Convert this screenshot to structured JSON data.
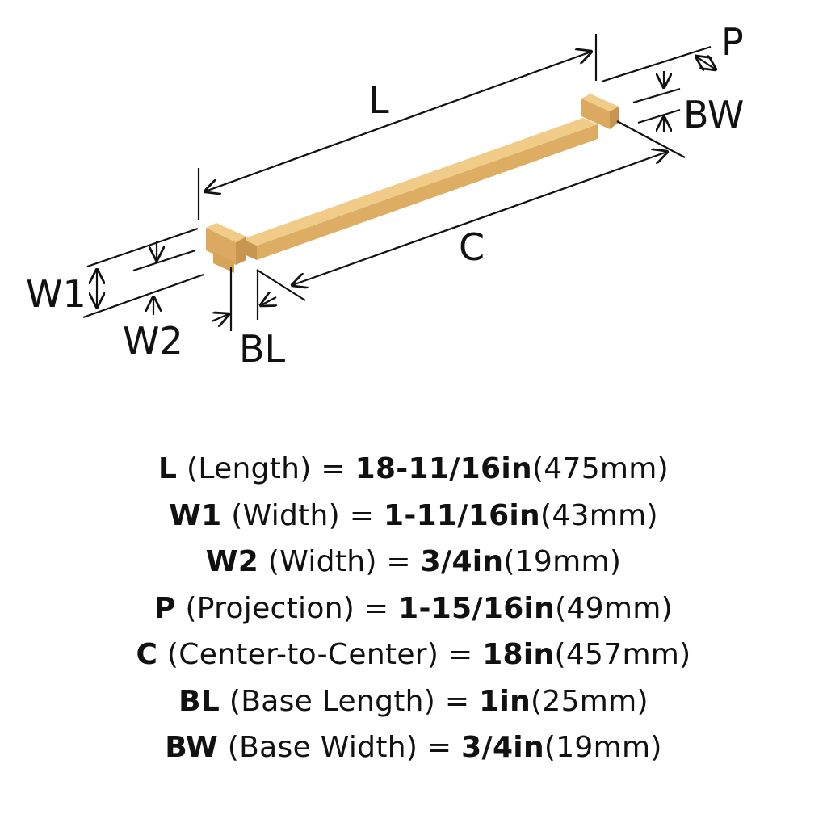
{
  "diagram": {
    "labels": {
      "L": "L",
      "P": "P",
      "BW": "BW",
      "C": "C",
      "W1": "W1",
      "W2": "W2",
      "BL": "BL"
    },
    "colors": {
      "finish": "#e0b46a",
      "finish_dark": "#c89650",
      "finish_light": "#f0cc88",
      "lines": "#111111"
    }
  },
  "specs": [
    {
      "code": "L",
      "desc": " (Length) = ",
      "value": "18-11/16in",
      "metric": "(475mm)"
    },
    {
      "code": "W1",
      "desc": " (Width) = ",
      "value": "1-11/16in",
      "metric": "(43mm)"
    },
    {
      "code": "W2",
      "desc": " (Width) = ",
      "value": "3/4in",
      "metric": "(19mm)"
    },
    {
      "code": "P",
      "desc": " (Projection) = ",
      "value": "1-15/16in",
      "metric": "(49mm)"
    },
    {
      "code": "C",
      "desc": " (Center-to-Center) = ",
      "value": "18in",
      "metric": "(457mm)"
    },
    {
      "code": "BL",
      "desc": " (Base Length) = ",
      "value": "1in",
      "metric": "(25mm)"
    },
    {
      "code": "BW",
      "desc": " (Base Width) = ",
      "value": "3/4in",
      "metric": "(19mm)"
    }
  ]
}
